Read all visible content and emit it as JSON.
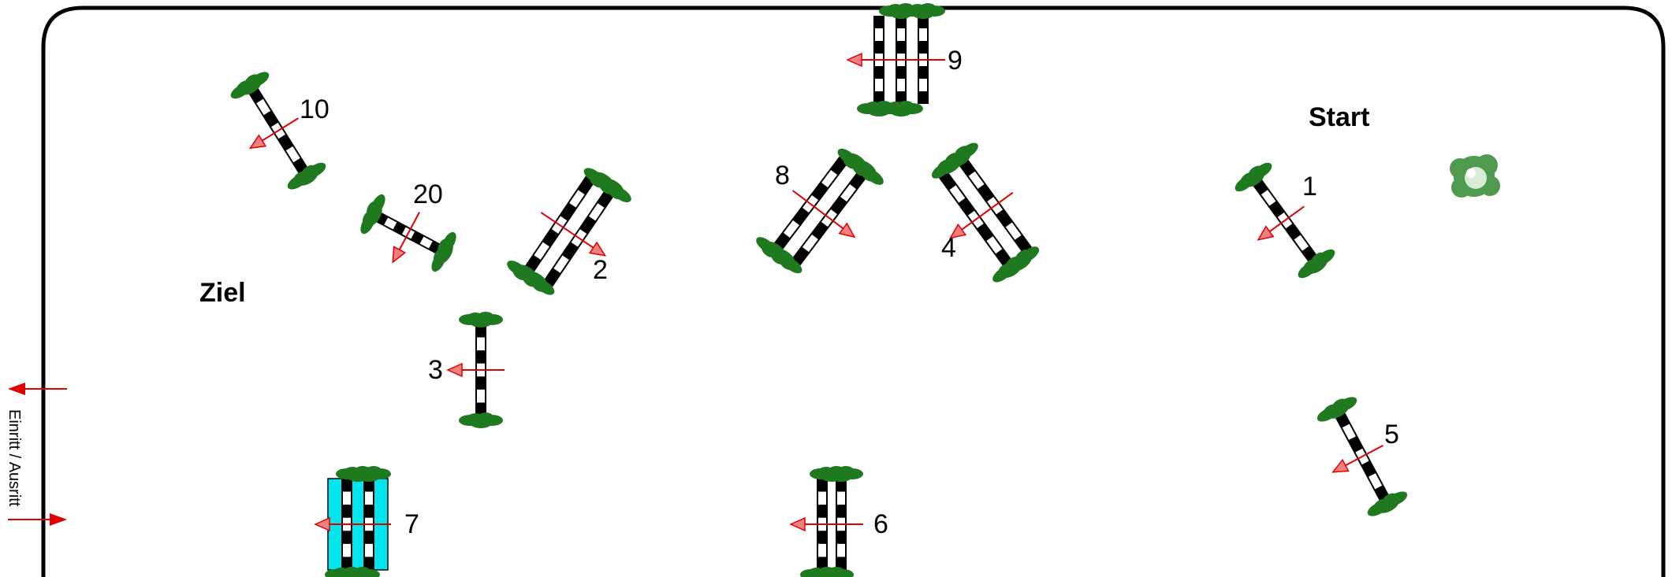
{
  "labels": {
    "start": "Start",
    "finish": "Ziel",
    "entrance": "Einritt / Ausritt"
  },
  "obstacles": [
    {
      "number": "1",
      "type": "vertical",
      "rails": 1,
      "angle_deg": 54,
      "water": false
    },
    {
      "number": "2",
      "type": "oxer",
      "rails": 2,
      "angle_deg": -56,
      "water": false
    },
    {
      "number": "3",
      "type": "vertical",
      "rails": 1,
      "angle_deg": 90,
      "water": false
    },
    {
      "number": "4",
      "type": "oxer",
      "rails": 2,
      "angle_deg": 54,
      "water": false
    },
    {
      "number": "5",
      "type": "vertical",
      "rails": 1,
      "angle_deg": 62,
      "water": false
    },
    {
      "number": "6",
      "type": "oxer",
      "rails": 2,
      "angle_deg": 90,
      "water": false
    },
    {
      "number": "7",
      "type": "water-oxer",
      "rails": 2,
      "angle_deg": 90,
      "water": true
    },
    {
      "number": "8",
      "type": "oxer",
      "rails": 2,
      "angle_deg": -53,
      "water": false
    },
    {
      "number": "9",
      "type": "triple-bar",
      "rails": 3,
      "angle_deg": 90,
      "water": false
    },
    {
      "number": "10",
      "type": "vertical",
      "rails": 1,
      "angle_deg": 58,
      "water": false
    },
    {
      "number": "20",
      "type": "vertical",
      "rails": 1,
      "angle_deg": 28,
      "water": false
    }
  ],
  "colors": {
    "arena_border": "#000000",
    "plant_green": "#1f7a1f",
    "rail_black": "#000000",
    "rail_white": "#ffffff",
    "arrow_red": "#e00000",
    "arrow_fill": "#f08080",
    "water": "#00e5ee",
    "bush": "#5aa85a"
  },
  "icons": [
    "standard-plant-icon",
    "direction-arrow-icon",
    "bush-icon",
    "entrance-arrow-icon"
  ]
}
